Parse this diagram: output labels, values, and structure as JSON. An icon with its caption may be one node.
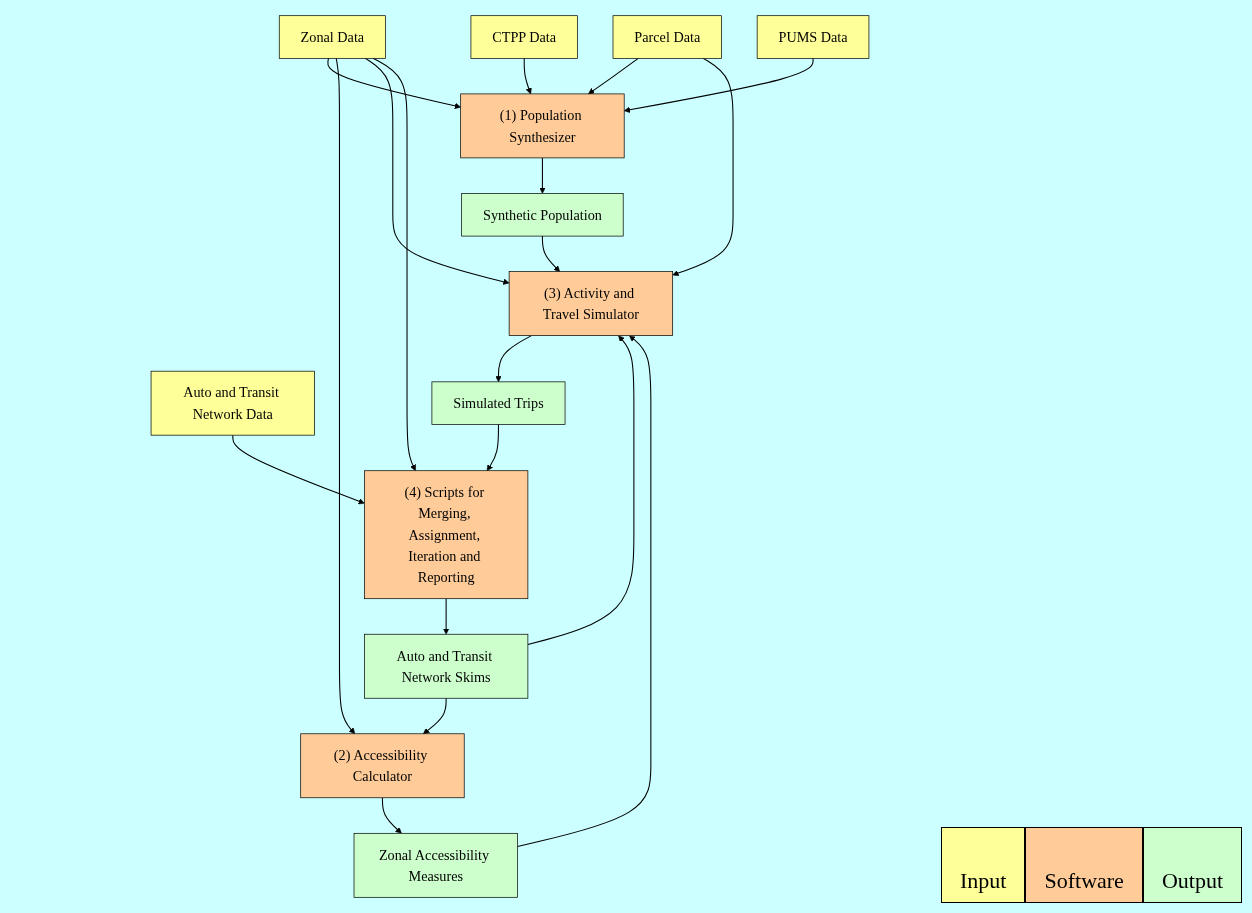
{
  "diagram": {
    "nodes": [
      {
        "text": [
          "CTPP Data"
        ]
      },
      {
        "text": [
          "PUMS Data"
        ]
      },
      {
        "text": [
          "Parcel Data"
        ]
      },
      {
        "text": [
          "Zonal Data"
        ]
      },
      {
        "text": [
          "Auto and Transit Network Data"
        ]
      },
      {
        "text": [
          "(1) Population Synthesizer"
        ]
      },
      {
        "text": [
          "Synthetic Population"
        ]
      },
      {
        "text": [
          "(3) Activity and Travel Simulator"
        ]
      },
      {
        "text": [
          "(4) Scripts for Merging, Assignment, Iteration and Reporting"
        ]
      },
      {
        "text": [
          "(2) Accessibility Calculator"
        ]
      },
      {
        "text": [
          "Zonal Accessibility Measures"
        ]
      },
      {
        "text": [
          "Simulated Trips"
        ]
      },
      {
        "text": [
          "Auto and Transit Network Skims"
        ]
      }
    ],
    "edges": [
      {
        "from": 0,
        "to": 5,
        "arrow": "to"
      },
      {
        "from": 1,
        "to": 5,
        "arrow": "to"
      },
      {
        "from": 2,
        "to": 5,
        "arrow": "to"
      },
      {
        "from": 2,
        "to": 7,
        "arrow": "to"
      },
      {
        "from": 3,
        "to": 5,
        "arrow": "to"
      },
      {
        "from": 3,
        "to": 9,
        "arrow": "to"
      },
      {
        "from": 3,
        "to": 7,
        "arrow": "to"
      },
      {
        "from": 3,
        "to": 8,
        "arrow": "to"
      },
      {
        "from": 4,
        "to": 8,
        "arrow": "to"
      },
      {
        "from": 5,
        "to": 6,
        "arrow": "to"
      },
      {
        "from": 6,
        "to": 7,
        "arrow": "to"
      },
      {
        "from": 10,
        "to": 7,
        "arrow": "to"
      },
      {
        "from": 12,
        "to": 7,
        "arrow": "to"
      },
      {
        "from": 7,
        "to": 11,
        "arrow": "to"
      },
      {
        "from": 11,
        "to": 8,
        "arrow": "to"
      },
      {
        "from": 9,
        "to": 10,
        "arrow": "to"
      },
      {
        "from": 8,
        "to": 12,
        "arrow": "to"
      },
      {
        "from": 12,
        "to": 9,
        "arrow": "to"
      }
    ],
    "legend": [
      {
        "text": "Input",
        "color": "#ffff99"
      },
      {
        "text": "Software",
        "color": "#ffcc99"
      },
      {
        "text": "Output",
        "color": "#ccffcc"
      }
    ]
  }
}
